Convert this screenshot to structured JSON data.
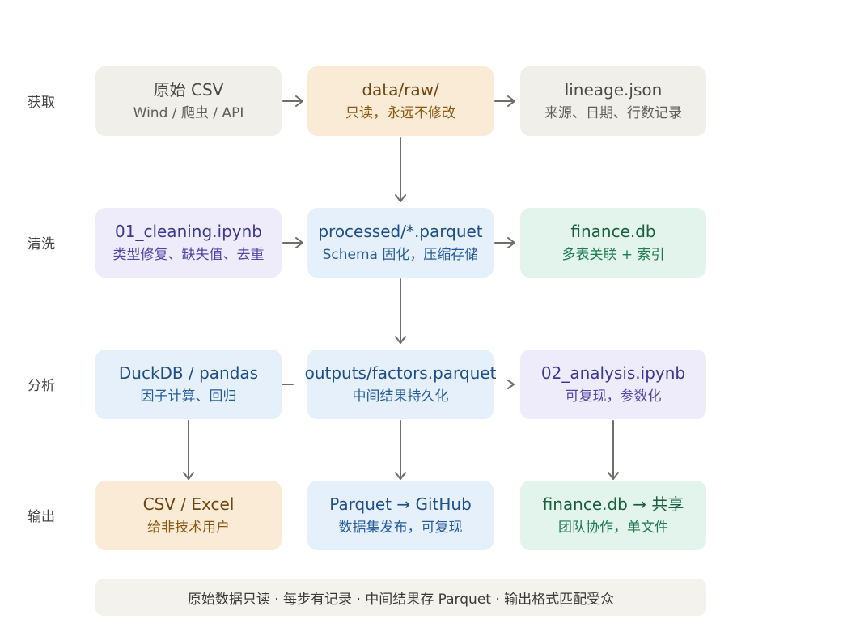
{
  "stages": [
    {
      "label": "获取"
    },
    {
      "label": "清洗"
    },
    {
      "label": "分析"
    },
    {
      "label": "输出"
    }
  ],
  "nodes": {
    "raw_csv": {
      "title": "原始 CSV",
      "sub": "Wind / 爬虫 / API",
      "color": "gray"
    },
    "data_raw": {
      "title": "data/raw/",
      "sub": "只读，永远不修改",
      "color": "orange"
    },
    "lineage": {
      "title": "lineage.json",
      "sub": "来源、日期、行数记录",
      "color": "gray"
    },
    "cleaning": {
      "title": "01_cleaning.ipynb",
      "sub": "类型修复、缺失值、去重",
      "color": "purple"
    },
    "processed": {
      "title": "processed/*.parquet",
      "sub": "Schema 固化，压缩存储",
      "color": "blue"
    },
    "finance_db": {
      "title": "finance.db",
      "sub": "多表关联 + 索引",
      "color": "green"
    },
    "duckdb": {
      "title": "DuckDB / pandas",
      "sub": "因子计算、回归",
      "color": "blue"
    },
    "factors": {
      "title": "outputs/factors.parquet",
      "sub": "中间结果持久化",
      "color": "blue"
    },
    "analysis": {
      "title": "02_analysis.ipynb",
      "sub": "可复现，参数化",
      "color": "purple"
    },
    "csv_excel": {
      "title": "CSV / Excel",
      "sub": "给非技术用户",
      "color": "orange"
    },
    "parquet_github": {
      "title": "Parquet → GitHub",
      "sub": "数据集发布，可复现",
      "color": "blue"
    },
    "finance_share": {
      "title": "finance.db → 共享",
      "sub": "团队协作，单文件",
      "color": "green"
    }
  },
  "footer": {
    "text": "原始数据只读 · 每步有记录 · 中间结果存 Parquet · 输出格式匹配受众"
  },
  "colors": {
    "arrow": "#6e6e6a",
    "gray": "#f1efe9",
    "orange": "#faebd6",
    "purple": "#eeecfb",
    "blue": "#e6f0fb",
    "green": "#e2f4ec"
  }
}
